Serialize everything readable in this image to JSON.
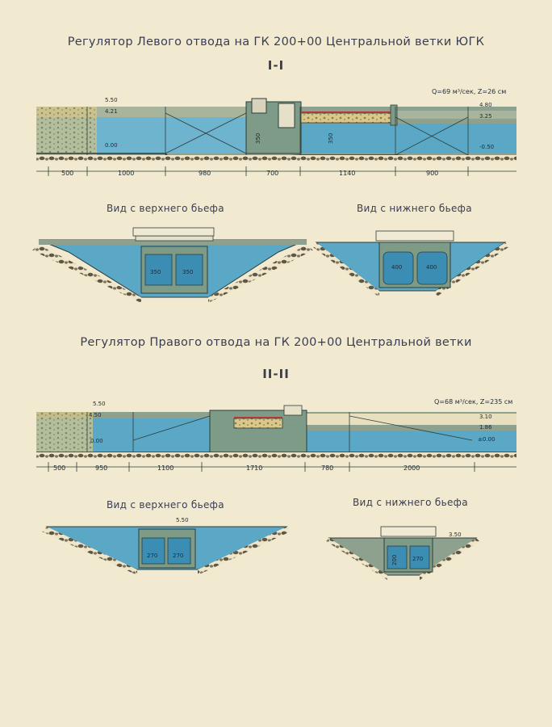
{
  "section1": {
    "title": "Регулятор Левого отвода на  ГК 200+00 Центральной ветки ЮГК",
    "section_label": "I-I",
    "flow": "Q=69 м³/сек, Z=26 см",
    "elev": {
      "top_left": "5.50",
      "water_left": "4.21",
      "bottom_left": "0.00",
      "top_right": "4.80",
      "water_right": "3.25",
      "bottom_right": "-0.50",
      "gate_height": "350",
      "mid_height": "350"
    },
    "dims": [
      "500",
      "1000",
      "980",
      "700",
      "1140",
      "900"
    ],
    "view_up": {
      "label": "Вид с верхнего бьефа",
      "spans": [
        "350",
        "350"
      ]
    },
    "view_down": {
      "label": "Вид с нижнего бьефа",
      "spans": [
        "400",
        "400"
      ]
    }
  },
  "section2": {
    "title": "Регулятор Правого отвода на  ГК 200+00 Центральной ветки",
    "section_label": "II-II",
    "flow": "Q=68 м³/сек, Z=235 см",
    "elev": {
      "top_left": "5.50",
      "water_left": "4.50",
      "bottom_left": "0.00",
      "top_right": "3.10",
      "water_right": "1.86",
      "bottom_right": "±0.00"
    },
    "dims": [
      "500",
      "950",
      "1100",
      "1710",
      "780",
      "2000"
    ],
    "view_up": {
      "label": "Вид с верхнего бьефа",
      "elev": "5.50",
      "spans": [
        "270",
        "270"
      ]
    },
    "view_down": {
      "label": "Вид с нижнего бьефа",
      "elev": "3.50",
      "spans": [
        "200",
        "270"
      ]
    }
  }
}
